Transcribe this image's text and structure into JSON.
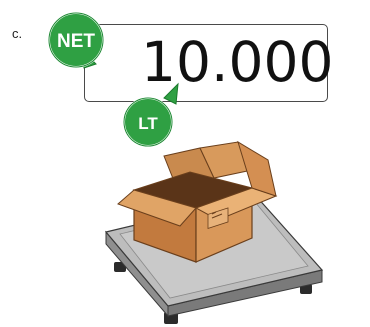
{
  "step_label": "c.",
  "display": {
    "value": "10.000"
  },
  "badges": {
    "net_label": "NET",
    "lt_label": "LT",
    "color": "#2fa043"
  },
  "icons": {
    "scale": "platform-scale-icon",
    "box": "cardboard-box-icon"
  }
}
